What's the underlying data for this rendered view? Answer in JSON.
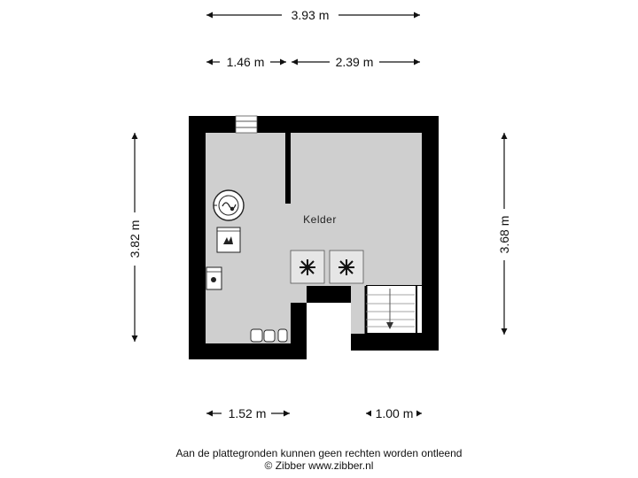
{
  "dimensions": {
    "total_width": "3.93 m",
    "top_left_width": "1.46 m",
    "top_right_width": "2.39 m",
    "left_height": "3.82 m",
    "right_height": "3.68 m",
    "bottom_left_width": "1.52 m",
    "bottom_right_width": "1.00 m"
  },
  "rooms": {
    "main": "Kelder"
  },
  "footer": {
    "disclaimer": "Aan de plattegronden kunnen geen rechten worden ontleend",
    "copyright": "© Zibber www.zibber.nl"
  },
  "colors": {
    "wall": "#000000",
    "floor": "#cfcfcf",
    "dimension_line": "#111111"
  },
  "icons": {
    "boiler": "boiler-icon",
    "fireplace": "fireplace-icon",
    "washer": "washing-machine-icon",
    "fans": "ventilation-fan-icon",
    "stairs": "staircase-icon"
  }
}
